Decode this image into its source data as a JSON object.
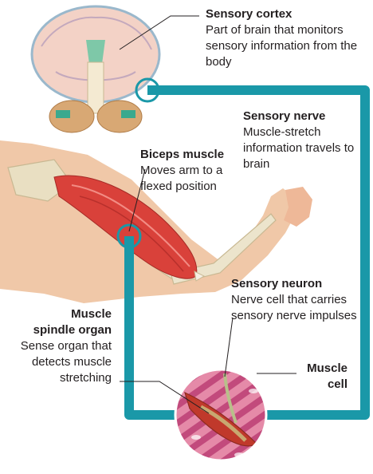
{
  "labels": {
    "sensory_cortex": {
      "title": "Sensory cortex",
      "desc": "Part of brain that monitors sensory information from the body"
    },
    "sensory_nerve": {
      "title": "Sensory nerve",
      "desc": "Muscle-stretch information travels to brain"
    },
    "biceps_muscle": {
      "title": "Biceps muscle",
      "desc": "Moves arm to a flexed position"
    },
    "sensory_neuron": {
      "title": "Sensory neuron",
      "desc": "Nerve cell that carries sensory nerve impulses"
    },
    "muscle_spindle_organ": {
      "title_line1": "Muscle",
      "title_line2": "spindle organ",
      "desc": "Sense organ that detects muscle stretching"
    },
    "muscle_cell": {
      "title_line1": "Muscle",
      "title_line2": "cell"
    }
  },
  "colors": {
    "nerve_path": "#1a98a8",
    "muscle": "#d9413a",
    "skin": "#f0c8a8",
    "bone": "#ece4cc",
    "brain": "#f3d2c6"
  }
}
